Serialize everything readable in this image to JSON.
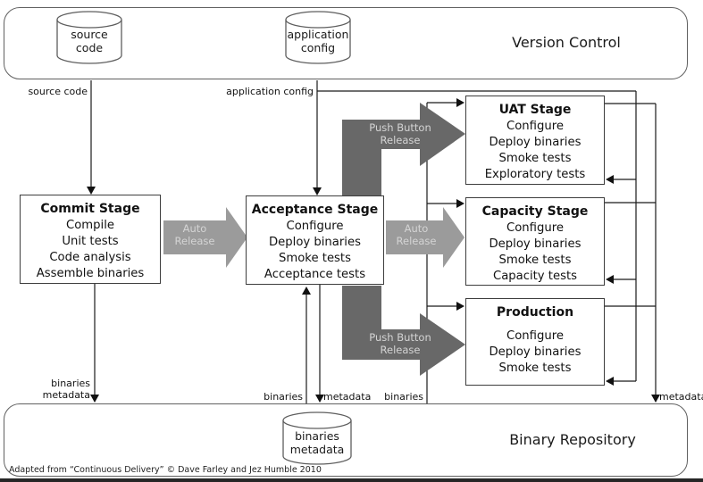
{
  "version_control": {
    "title": "Version Control"
  },
  "binary_repository": {
    "title": "Binary Repository"
  },
  "cylinders": {
    "source_code": {
      "line1": "source",
      "line2": "code"
    },
    "application_config": {
      "line1": "application",
      "line2": "config"
    },
    "binaries_metadata": {
      "line1": "binaries",
      "line2": "metadata"
    }
  },
  "stages": {
    "commit": {
      "title": "Commit Stage",
      "items": [
        "Compile",
        "Unit tests",
        "Code analysis",
        "Assemble binaries"
      ]
    },
    "acceptance": {
      "title": "Acceptance Stage",
      "items": [
        "Configure",
        "Deploy binaries",
        "Smoke tests",
        "Acceptance tests"
      ]
    },
    "uat": {
      "title": "UAT Stage",
      "items": [
        "Configure",
        "Deploy binaries",
        "Smoke tests",
        "Exploratory tests"
      ]
    },
    "capacity": {
      "title": "Capacity Stage",
      "items": [
        "Configure",
        "Deploy binaries",
        "Smoke tests",
        "Capacity tests"
      ]
    },
    "production": {
      "title": "Production",
      "items": [
        "Configure",
        "Deploy binaries",
        "Smoke tests"
      ]
    }
  },
  "arrows": {
    "auto_release_1": "Auto Release",
    "auto_release_2": "Auto Release",
    "push_button_release_up": "Push Button Release",
    "push_button_release_down": "Push Button Release"
  },
  "edge_labels": {
    "source_code": "source code",
    "application_config": "application config",
    "commit_out_line1": "binaries",
    "commit_out_line2": "metadata",
    "acceptance_in": "binaries",
    "acceptance_out": "metadata",
    "stages_in": "binaries",
    "stages_out": "metadata"
  },
  "footer": "Adapted from “Continuous Delivery” © Dave Farley and Jez Humble 2010",
  "colors": {
    "auto_release_arrow": "#9b9b9b",
    "push_button_arrow": "#686868",
    "arrow_text": "#d4d4d4",
    "connector_line": "#1a1a1a",
    "panel_border": "#606060",
    "box_border": "#3d3d3d"
  }
}
